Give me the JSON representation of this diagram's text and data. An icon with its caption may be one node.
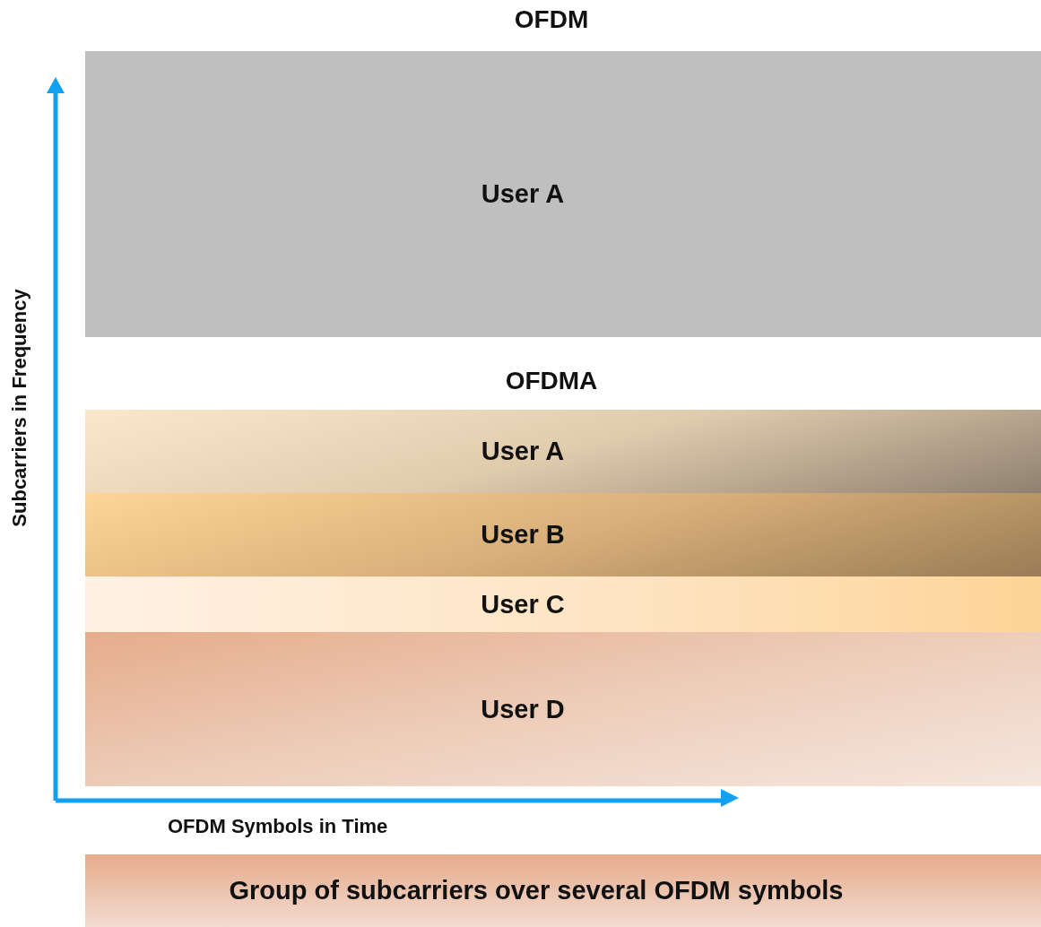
{
  "diagram": {
    "nodes": [
      {
        "text": [
          "User A"
        ]
      },
      {
        "text": [
          "User A"
        ]
      },
      {
        "text": [
          "User B"
        ]
      },
      {
        "text": [
          "User C"
        ]
      },
      {
        "text": [
          "User D"
        ]
      },
      {
        "text": [
          "Group of subcarriers over several OFDM symbols"
        ]
      }
    ],
    "labels": [
      "OFDM",
      "OFDMA",
      "Subcarriers in Frequency",
      "OFDM Symbols in Time"
    ]
  }
}
